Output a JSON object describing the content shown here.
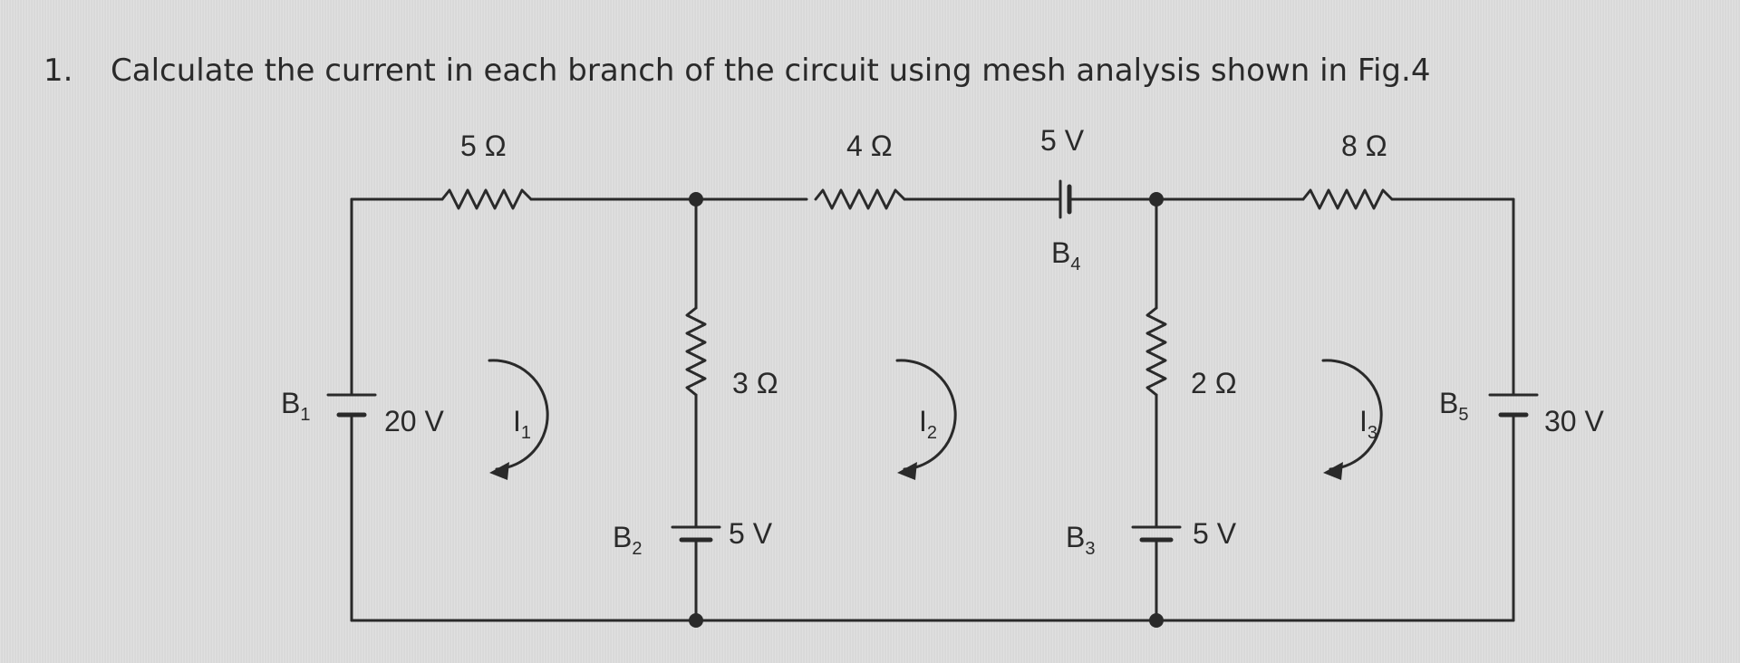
{
  "question": {
    "number": "1.",
    "text": "Calculate the current in each branch of the circuit using mesh analysis shown in Fig.4"
  },
  "components": {
    "r_top_left": {
      "value": "5 Ω"
    },
    "r_top_mid": {
      "value": "4 Ω"
    },
    "r_top_right": {
      "value": "8 Ω"
    },
    "r_mid_left": {
      "value": "3 Ω"
    },
    "r_mid_right": {
      "value": "2 Ω"
    },
    "b1": {
      "name": "B",
      "sub": "1",
      "voltage": "20 V"
    },
    "b2": {
      "name": "B",
      "sub": "2",
      "voltage": "5 V"
    },
    "b3": {
      "name": "B",
      "sub": "3",
      "voltage": "5 V"
    },
    "b4": {
      "name": "B",
      "sub": "4",
      "voltage": "5 V"
    },
    "b5": {
      "name": "B",
      "sub": "5",
      "voltage": "30 V"
    }
  },
  "meshes": {
    "i1": {
      "name": "I",
      "sub": "1"
    },
    "i2": {
      "name": "I",
      "sub": "2"
    },
    "i3": {
      "name": "I",
      "sub": "3"
    }
  },
  "colors": {
    "ink": "#2a2a2a",
    "background": "#dcdcdc"
  }
}
